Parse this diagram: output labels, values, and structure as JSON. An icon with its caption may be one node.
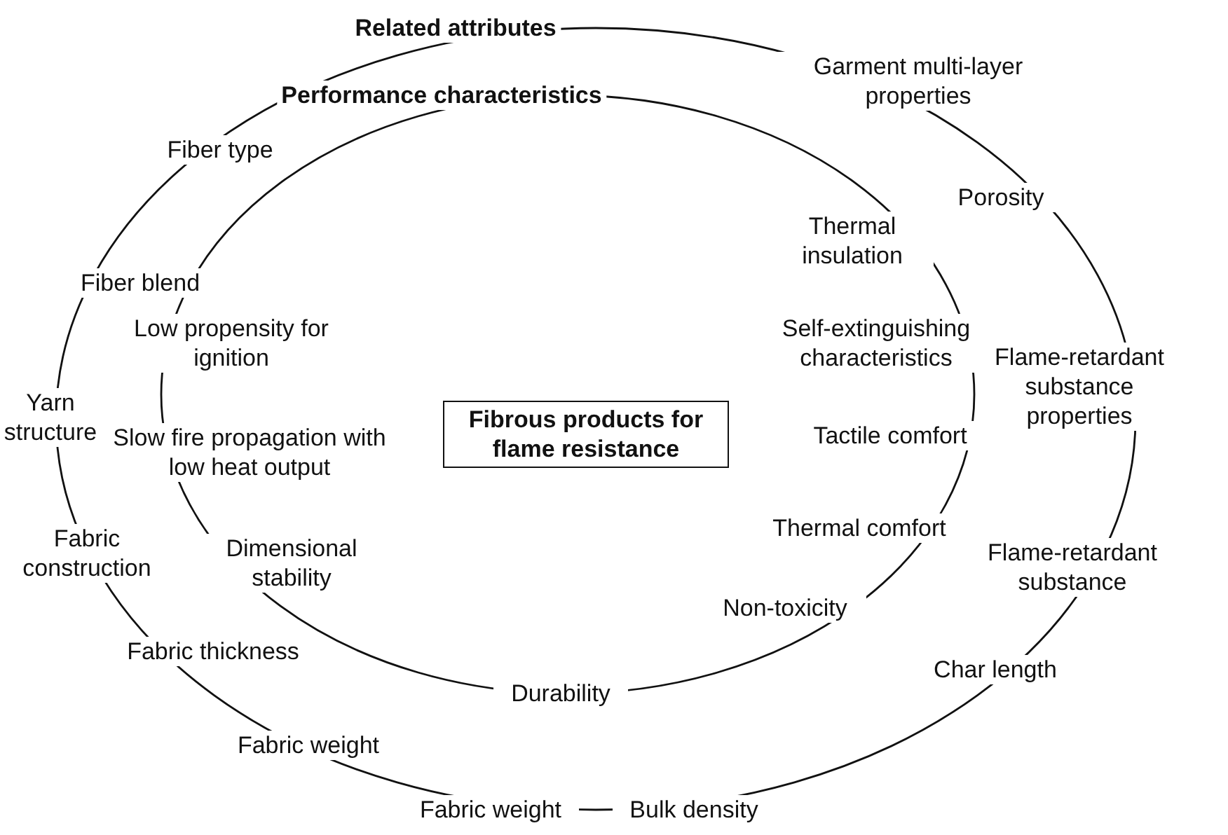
{
  "diagram": {
    "nodes": [
      {
        "text": [
          "Related attributes"
        ]
      },
      {
        "text": [
          "Performance characteristics"
        ],
        "in": 0
      },
      {
        "text": [
          "Fibrous products for flame resistance"
        ],
        "in": 1
      }
    ],
    "labels": [
      "Fiber type",
      "Garment multi-layer properties",
      "Porosity",
      "Fiber blend",
      "Yarn structure",
      "Flame-retardant substance properties",
      "Fabric construction",
      "Flame-retardant substance",
      "Fabric thickness",
      "Char length",
      "Fabric weight",
      "Fabric weight",
      "Bulk density",
      "Thermal insulation",
      "Low propensity for ignition",
      "Self-extinguishing characteristics",
      "Slow fire propagation with low heat output",
      "Tactile comfort",
      "Thermal comfort",
      "Dimensional stability",
      "Non-toxicity",
      "Durability"
    ]
  }
}
